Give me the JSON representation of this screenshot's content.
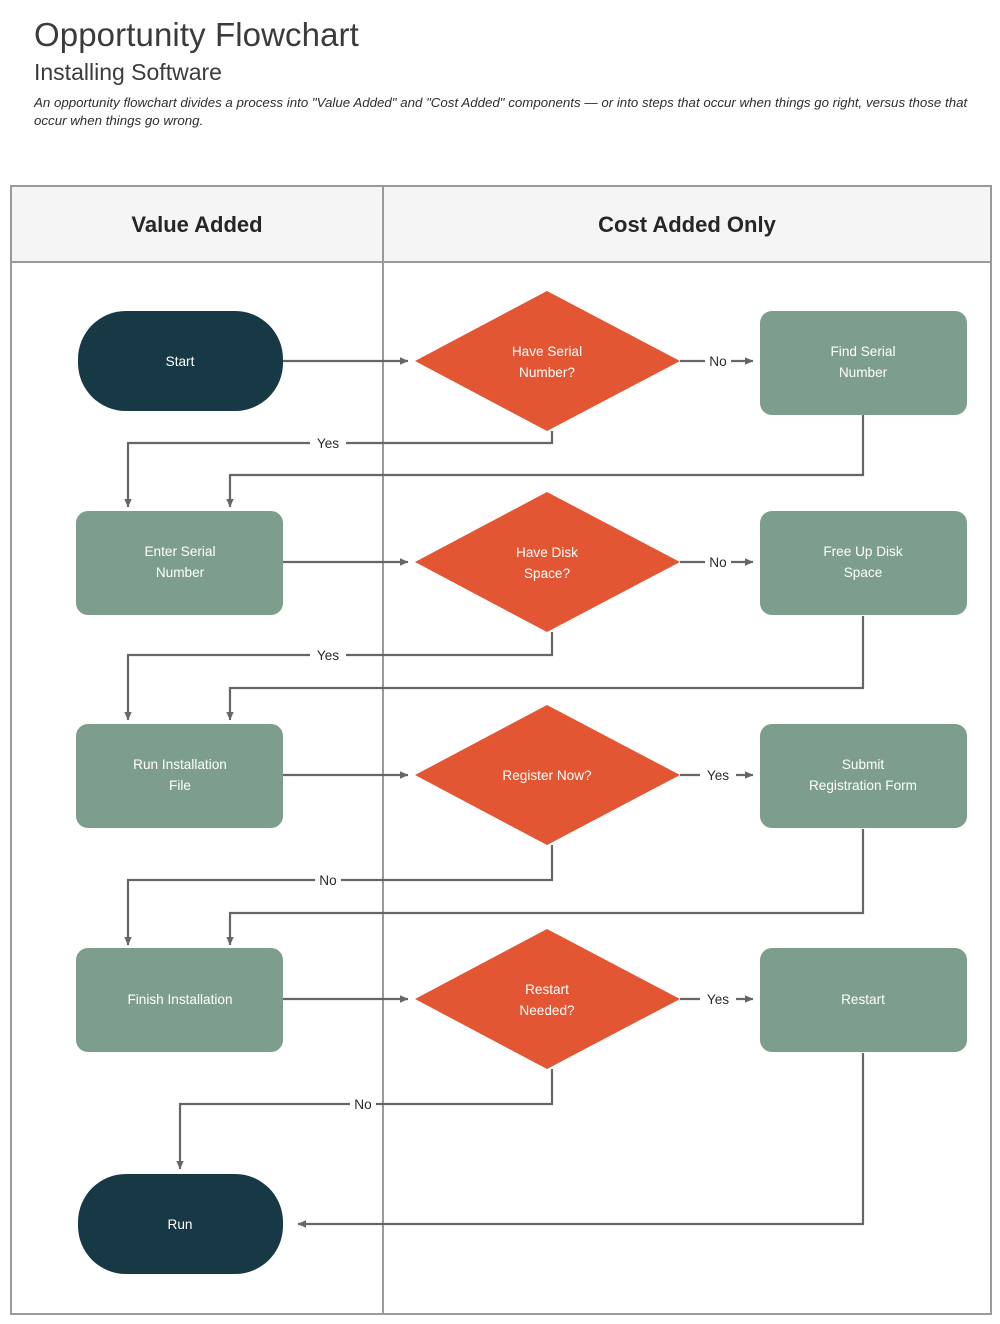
{
  "header": {
    "title": "Opportunity Flowchart",
    "subtitle": "Installing Software",
    "description": "An opportunity flowchart divides a process into \"Value Added\" and \"Cost Added\" components — or into steps that occur when things go right, versus those that occur when things go wrong."
  },
  "columns": [
    {
      "id": "value-added",
      "label": "Value Added"
    },
    {
      "id": "cost-added-only",
      "label": "Cost Added Only"
    }
  ],
  "colors": {
    "terminator": "#173845",
    "process": "#7D9E8D",
    "decision": "#E25633",
    "edge": "#666666",
    "table_border": "#9a9a9a",
    "header_fill": "#f5f5f5",
    "node_text": "#ffffff",
    "label_text": "#2b2b2b"
  },
  "nodes": [
    {
      "id": "start",
      "shape": "terminator",
      "column": "value-added",
      "label": "Start"
    },
    {
      "id": "have-serial",
      "shape": "decision",
      "column": "cost-added-only",
      "label": "Have Serial Number?",
      "lines": [
        "Have Serial",
        "Number?"
      ]
    },
    {
      "id": "find-serial",
      "shape": "process",
      "column": "cost-added-only",
      "label": "Find Serial Number",
      "lines": [
        "Find Serial",
        "Number"
      ]
    },
    {
      "id": "enter-serial",
      "shape": "process",
      "column": "value-added",
      "label": "Enter Serial Number",
      "lines": [
        "Enter Serial",
        "Number"
      ]
    },
    {
      "id": "have-disk",
      "shape": "decision",
      "column": "cost-added-only",
      "label": "Have Disk Space?",
      "lines": [
        "Have Disk",
        "Space?"
      ]
    },
    {
      "id": "free-disk",
      "shape": "process",
      "column": "cost-added-only",
      "label": "Free Up Disk Space",
      "lines": [
        "Free Up Disk",
        "Space"
      ]
    },
    {
      "id": "run-install",
      "shape": "process",
      "column": "value-added",
      "label": "Run Installation File",
      "lines": [
        "Run Installation",
        "File"
      ]
    },
    {
      "id": "register-now",
      "shape": "decision",
      "column": "cost-added-only",
      "label": "Register Now?",
      "lines": [
        "Register Now?"
      ]
    },
    {
      "id": "submit-reg",
      "shape": "process",
      "column": "cost-added-only",
      "label": "Submit Registration Form",
      "lines": [
        "Submit",
        "Registration Form"
      ]
    },
    {
      "id": "finish-install",
      "shape": "process",
      "column": "value-added",
      "label": "Finish Installation",
      "lines": [
        "Finish Installation"
      ]
    },
    {
      "id": "restart-needed",
      "shape": "decision",
      "column": "cost-added-only",
      "label": "Restart Needed?",
      "lines": [
        "Restart",
        "Needed?"
      ]
    },
    {
      "id": "restart",
      "shape": "process",
      "column": "cost-added-only",
      "label": "Restart",
      "lines": [
        "Restart"
      ]
    },
    {
      "id": "run",
      "shape": "terminator",
      "column": "value-added",
      "label": "Run"
    }
  ],
  "edges": [
    {
      "from": "start",
      "to": "have-serial",
      "label": ""
    },
    {
      "from": "have-serial",
      "to": "find-serial",
      "label": "No"
    },
    {
      "from": "have-serial",
      "to": "enter-serial",
      "label": "Yes"
    },
    {
      "from": "find-serial",
      "to": "enter-serial",
      "label": ""
    },
    {
      "from": "enter-serial",
      "to": "have-disk",
      "label": ""
    },
    {
      "from": "have-disk",
      "to": "free-disk",
      "label": "No"
    },
    {
      "from": "have-disk",
      "to": "run-install",
      "label": "Yes"
    },
    {
      "from": "free-disk",
      "to": "run-install",
      "label": ""
    },
    {
      "from": "run-install",
      "to": "register-now",
      "label": ""
    },
    {
      "from": "register-now",
      "to": "submit-reg",
      "label": "Yes"
    },
    {
      "from": "register-now",
      "to": "finish-install",
      "label": "No"
    },
    {
      "from": "submit-reg",
      "to": "finish-install",
      "label": ""
    },
    {
      "from": "finish-install",
      "to": "restart-needed",
      "label": ""
    },
    {
      "from": "restart-needed",
      "to": "restart",
      "label": "Yes"
    },
    {
      "from": "restart-needed",
      "to": "run",
      "label": "No"
    },
    {
      "from": "restart",
      "to": "run",
      "label": ""
    }
  ],
  "edge_labels": {
    "r1_no": "No",
    "r1_yes": "Yes",
    "r2_no": "No",
    "r2_yes": "Yes",
    "r3_yes": "Yes",
    "r3_no": "No",
    "r4_yes": "Yes",
    "r4_no": "No"
  },
  "node_labels": {
    "start": "Start",
    "have_serial_1": "Have Serial",
    "have_serial_2": "Number?",
    "find_serial_1": "Find Serial",
    "find_serial_2": "Number",
    "enter_serial_1": "Enter Serial",
    "enter_serial_2": "Number",
    "have_disk_1": "Have Disk",
    "have_disk_2": "Space?",
    "free_disk_1": "Free Up Disk",
    "free_disk_2": "Space",
    "run_install_1": "Run Installation",
    "run_install_2": "File",
    "register_now_1": "Register Now?",
    "submit_reg_1": "Submit",
    "submit_reg_2": "Registration Form",
    "finish_install_1": "Finish Installation",
    "restart_needed_1": "Restart",
    "restart_needed_2": "Needed?",
    "restart_1": "Restart",
    "run": "Run"
  }
}
